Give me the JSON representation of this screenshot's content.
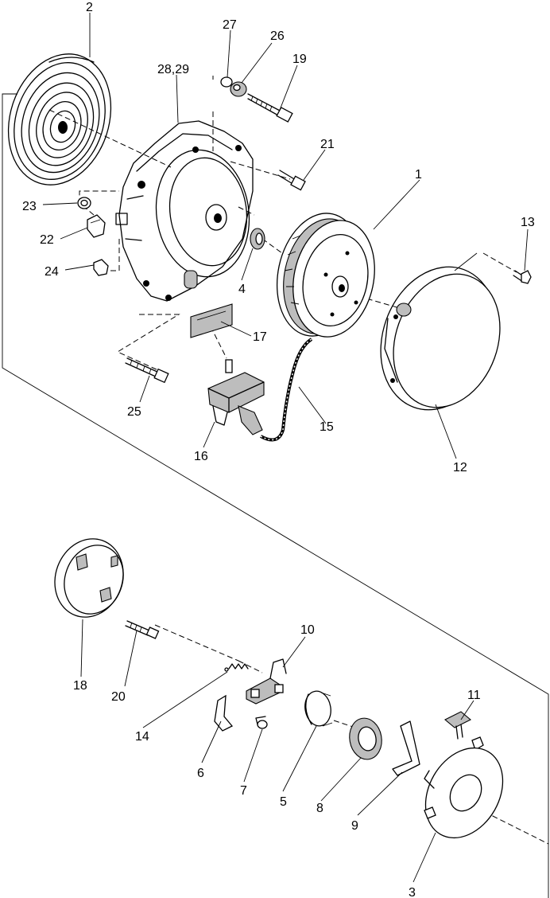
{
  "callouts": [
    {
      "id": "lbl-2",
      "text": "2"
    },
    {
      "id": "lbl-27",
      "text": "27"
    },
    {
      "id": "lbl-26",
      "text": "26"
    },
    {
      "id": "lbl-19",
      "text": "19"
    },
    {
      "id": "lbl-28-29",
      "text": "28,29"
    },
    {
      "id": "lbl-21",
      "text": "21"
    },
    {
      "id": "lbl-1",
      "text": "1"
    },
    {
      "id": "lbl-13",
      "text": "13"
    },
    {
      "id": "lbl-23",
      "text": "23"
    },
    {
      "id": "lbl-22",
      "text": "22"
    },
    {
      "id": "lbl-24",
      "text": "24"
    },
    {
      "id": "lbl-4",
      "text": "4"
    },
    {
      "id": "lbl-17",
      "text": "17"
    },
    {
      "id": "lbl-25",
      "text": "25"
    },
    {
      "id": "lbl-15",
      "text": "15"
    },
    {
      "id": "lbl-16",
      "text": "16"
    },
    {
      "id": "lbl-12",
      "text": "12"
    },
    {
      "id": "lbl-10",
      "text": "10"
    },
    {
      "id": "lbl-18",
      "text": "18"
    },
    {
      "id": "lbl-20",
      "text": "20"
    },
    {
      "id": "lbl-11",
      "text": "11"
    },
    {
      "id": "lbl-14",
      "text": "14"
    },
    {
      "id": "lbl-6",
      "text": "6"
    },
    {
      "id": "lbl-7",
      "text": "7"
    },
    {
      "id": "lbl-5",
      "text": "5"
    },
    {
      "id": "lbl-8",
      "text": "8"
    },
    {
      "id": "lbl-9",
      "text": "9"
    },
    {
      "id": "lbl-3",
      "text": "3"
    }
  ]
}
